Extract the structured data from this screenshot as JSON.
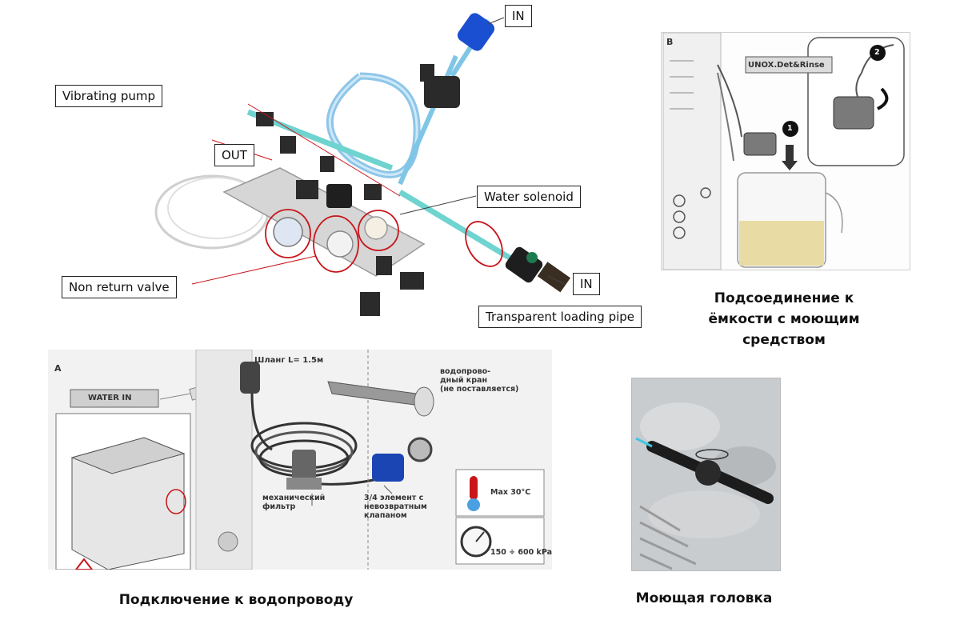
{
  "top_diagram": {
    "callouts": {
      "in_top": "IN",
      "vibrating_pump": "Vibrating pump",
      "out": "OUT",
      "water_solenoid": "Water solenoid",
      "non_return_valve": "Non return valve",
      "in_bottom": "IN",
      "transparent_loading_pipe": "Transparent loading pipe"
    }
  },
  "panel_b": {
    "letter": "B",
    "bottle_label": "UNOX.Det&Rinse",
    "step_1": "1",
    "step_2": "2",
    "caption_lines": [
      "Подсоединение к",
      "ёмкости с моющим",
      "средством"
    ]
  },
  "panel_a": {
    "letter": "A",
    "water_in": "WATER IN",
    "hose_label": "Шланг  L= 1.5м",
    "tap_label_lines": [
      "водопрово-",
      "дный кран",
      "(не поставляется)"
    ],
    "filter_label_lines": [
      "механический",
      "фильтр"
    ],
    "element_label_lines": [
      "3/4 элемент с",
      "невозвратным",
      "клапаном"
    ],
    "max_temp": "Max 30°C",
    "pressure": "150 ÷ 600 kPa",
    "caption": "Подключение к водопроводу"
  },
  "photo": {
    "caption": "Моющая головка"
  }
}
